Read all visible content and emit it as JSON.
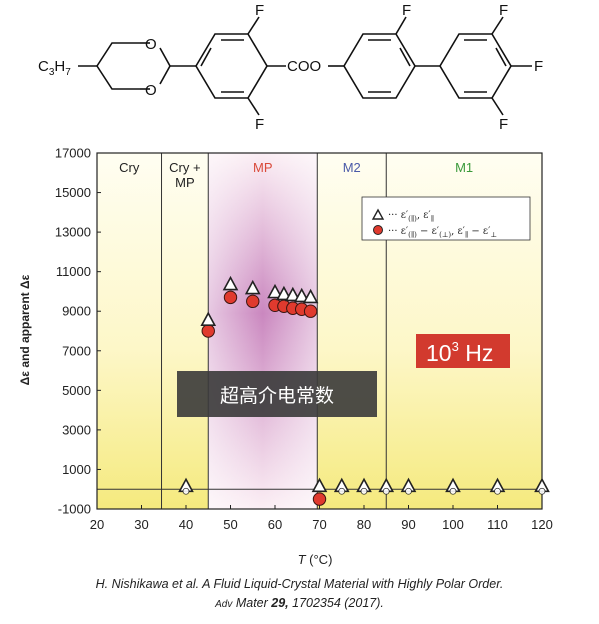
{
  "molecule": {
    "alkyl_label": "C3H7",
    "alkyl_base": "C",
    "alkyl_sub1": "3",
    "alkyl_h": "H",
    "alkyl_sub2": "7",
    "oxygen": "O",
    "fluorine": "F",
    "ester": "COO"
  },
  "chart_data": {
    "type": "scatter",
    "xlabel": "T (°C)",
    "xlabel_main": "T",
    "xlabel_unit": " (°C)",
    "ylabel": "Δε and apparent Δε",
    "xlim": [
      20,
      120
    ],
    "ylim": [
      -1000,
      17000
    ],
    "xticks": [
      20,
      30,
      40,
      50,
      60,
      70,
      80,
      90,
      100,
      110,
      120
    ],
    "yticks": [
      -1000,
      1000,
      3000,
      5000,
      7000,
      9000,
      11000,
      13000,
      15000,
      17000
    ],
    "phases": [
      {
        "label": "Cry",
        "from": 20,
        "to": 34.5,
        "color": "#222222"
      },
      {
        "label": "Cry +\nMP",
        "label_line1": "Cry +",
        "label_line2": "MP",
        "from": 34.5,
        "to": 45,
        "color": "#222222"
      },
      {
        "label": "MP",
        "from": 45,
        "to": 69.5,
        "color": "#d94a3a"
      },
      {
        "label": "M2",
        "from": 69.5,
        "to": 85,
        "color": "#4a5aa8"
      },
      {
        "label": "M1",
        "from": 85,
        "to": 120,
        "color": "#3a9a3a"
      }
    ],
    "series": [
      {
        "marker": "triangle",
        "points": [
          [
            40,
            100
          ],
          [
            45,
            8500
          ],
          [
            50,
            10300
          ],
          [
            55,
            10100
          ],
          [
            60,
            9900
          ],
          [
            62,
            9800
          ],
          [
            64,
            9750
          ],
          [
            66,
            9700
          ],
          [
            68,
            9650
          ],
          [
            70,
            100
          ],
          [
            75,
            100
          ],
          [
            80,
            100
          ],
          [
            85,
            100
          ],
          [
            90,
            100
          ],
          [
            100,
            100
          ],
          [
            110,
            100
          ],
          [
            120,
            100
          ]
        ]
      },
      {
        "marker": "red-circle",
        "points": [
          [
            40,
            50
          ],
          [
            45,
            8000
          ],
          [
            50,
            9700
          ],
          [
            55,
            9500
          ],
          [
            60,
            9300
          ],
          [
            62,
            9250
          ],
          [
            64,
            9150
          ],
          [
            66,
            9100
          ],
          [
            68,
            9000
          ],
          [
            70,
            -500
          ],
          [
            75,
            50
          ],
          [
            80,
            50
          ],
          [
            85,
            50
          ],
          [
            90,
            50
          ],
          [
            100,
            50
          ],
          [
            110,
            50
          ],
          [
            120,
            50
          ]
        ]
      }
    ],
    "annotation_hz": "10",
    "annotation_hz_exp": "3",
    "annotation_hz_unit": " Hz",
    "annotation_cn": "超高介电常数"
  },
  "caption": {
    "line1": "H. Nishikawa et al. A Fluid Liquid-Crystal Material with Highly Polar Order.",
    "journal_prefix": "Adv",
    "journal_rest": " Mater ",
    "volume": "29,",
    "pages": " 1702354  (2017)."
  }
}
